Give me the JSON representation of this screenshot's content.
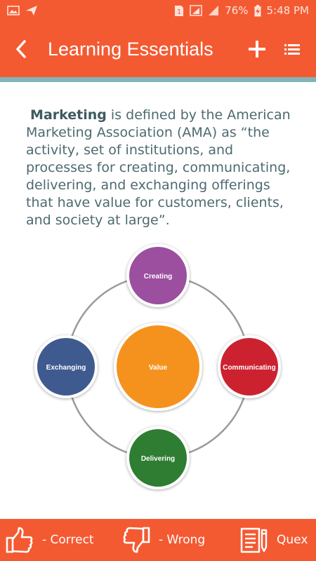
{
  "status_bar": {
    "battery": "76%",
    "sim": "1",
    "time": "5:48 PM"
  },
  "app_bar": {
    "title": "Learning Essentials"
  },
  "content": {
    "term": "Marketing",
    "definition": " is defined by the American Marketing Association (AMA) as “the activity, set of institutions, and processes for creating, communicating, delivering, and exchanging offerings that have value for customers, clients, and society at large”."
  },
  "diagram": {
    "center": {
      "label": "Value",
      "color": "#f5921e"
    },
    "nodes": [
      {
        "label": "Creating",
        "color": "#9b4f9e"
      },
      {
        "label": "Communicating",
        "color": "#cc2230"
      },
      {
        "label": "Delivering",
        "color": "#2e7d32"
      },
      {
        "label": "Exchanging",
        "color": "#3f5a8f"
      }
    ]
  },
  "bottom_bar": {
    "correct_label": "- Correct",
    "wrong_label": "- Wrong",
    "quex_label": "Quex"
  },
  "colors": {
    "accent": "#f45a32",
    "strip": "#7fb5b8",
    "body_text": "#4d6a70"
  }
}
